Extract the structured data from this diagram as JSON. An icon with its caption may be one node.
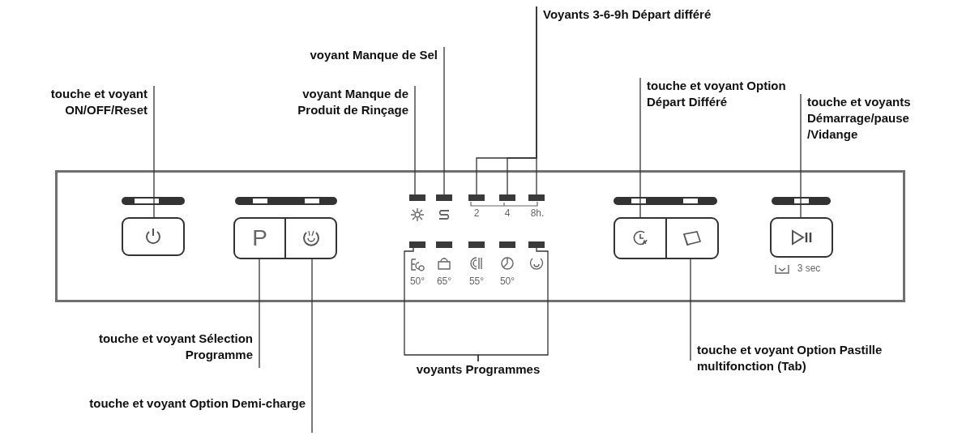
{
  "diagram": {
    "nodes": [
      {
        "text": [
          "touche et voyant ON/OFF/Reset"
        ]
      },
      {
        "text": [
          "voyant Manque de Sel"
        ]
      },
      {
        "text": [
          "voyant Manque de Produit de Rinçage"
        ]
      },
      {
        "text": [
          "Voyants 3-6-9h Départ différé"
        ]
      },
      {
        "text": [
          "touche et voyant Option Départ Différé"
        ]
      },
      {
        "text": [
          "touche et voyants Démarrage/pause /Vidange"
        ]
      },
      {
        "text": [
          "touche et voyant Sélection Programme"
        ]
      },
      {
        "text": [
          "voyants Programmes"
        ]
      },
      {
        "text": [
          "touche et voyant Option Pastille multifonction (Tab)"
        ]
      },
      {
        "text": [
          "touche et voyant Option Demi-charge"
        ]
      },
      {
        "text": [],
        "shape": "box"
      },
      {
        "text": [],
        "shape": "button",
        "in": 10
      },
      {
        "text": [
          "P"
        ],
        "in": 10
      },
      {
        "text": [],
        "shape": "button",
        "in": 10
      },
      {
        "text": [],
        "shape": "bar",
        "in": 10
      },
      {
        "text": [],
        "shape": "bar",
        "in": 10
      },
      {
        "text": [],
        "shape": "bar",
        "in": 10
      },
      {
        "text": [],
        "shape": "bar",
        "in": 10
      },
      {
        "text": [],
        "shape": "bar",
        "in": 10
      },
      {
        "text": [],
        "shape": "bar",
        "in": 10
      },
      {
        "text": [],
        "shape": "bar",
        "in": 10
      },
      {
        "text": [],
        "shape": "bar",
        "in": 10
      },
      {
        "text": [],
        "shape": "bar",
        "in": 10
      },
      {
        "text": [],
        "shape": "bar",
        "in": 10
      },
      {
        "text": [],
        "shape": "button",
        "in": 10
      },
      {
        "text": [],
        "shape": "button",
        "in": 10
      },
      {
        "text": [],
        "shape": "button",
        "in": 10,
        "beside": [
          "3 sec"
        ]
      }
    ],
    "edges": [
      {
        "from": 0,
        "to": 11,
        "arrow": "none"
      },
      {
        "from": 1,
        "to": 15,
        "arrow": "none"
      },
      {
        "from": 2,
        "to": 14,
        "arrow": "none"
      },
      {
        "from": 3,
        "to": 16,
        "arrow": "none"
      },
      {
        "from": 3,
        "to": 17,
        "arrow": "none"
      },
      {
        "from": 3,
        "to": 18,
        "arrow": "none"
      },
      {
        "from": 4,
        "to": 24,
        "arrow": "none"
      },
      {
        "from": 5,
        "to": 26,
        "arrow": "none"
      },
      {
        "from": 6,
        "to": 12,
        "arrow": "none"
      },
      {
        "from": 7,
        "to": 19,
        "arrow": "none"
      },
      {
        "from": 7,
        "to": 23,
        "arrow": "none"
      },
      {
        "from": 8,
        "to": 25,
        "arrow": "none"
      },
      {
        "from": 9,
        "to": 13,
        "arrow": "none"
      }
    ],
    "labels": [
      "2",
      "4",
      "8h.",
      "50°",
      "65°",
      "55°",
      "50°"
    ]
  }
}
